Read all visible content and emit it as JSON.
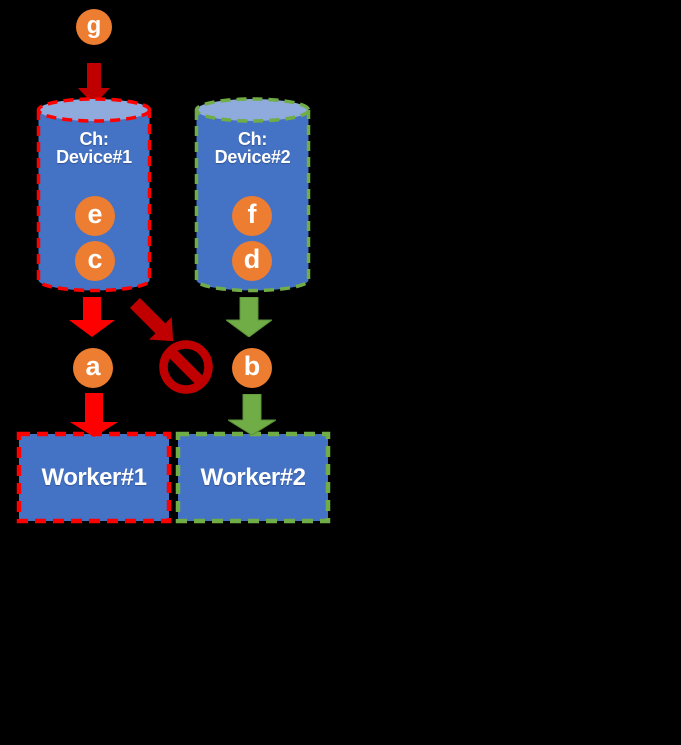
{
  "palette": {
    "background": "#000000",
    "container_fill": "#4472C4",
    "container_top_fill": "#8FAADC",
    "item_fill": "#ED7D31",
    "item_text": "#FFFFFF",
    "allowed_green": "#70AD47",
    "blocked_red": "#FF0000",
    "dark_red": "#C00000"
  },
  "incoming_item": {
    "label": "g"
  },
  "channels": [
    {
      "title_line1": "Ch:",
      "title_line2": "Device#1",
      "border_color": "#FF0000",
      "queued_items": [
        "e",
        "c"
      ]
    },
    {
      "title_line1": "Ch:",
      "title_line2": "Device#2",
      "border_color": "#70AD47",
      "queued_items": [
        "f",
        "d"
      ]
    }
  ],
  "dequeued_items": [
    "a",
    "b"
  ],
  "workers": [
    {
      "label": "Worker#1",
      "border_color": "#FF0000"
    },
    {
      "label": "Worker#2",
      "border_color": "#70AD47"
    }
  ]
}
